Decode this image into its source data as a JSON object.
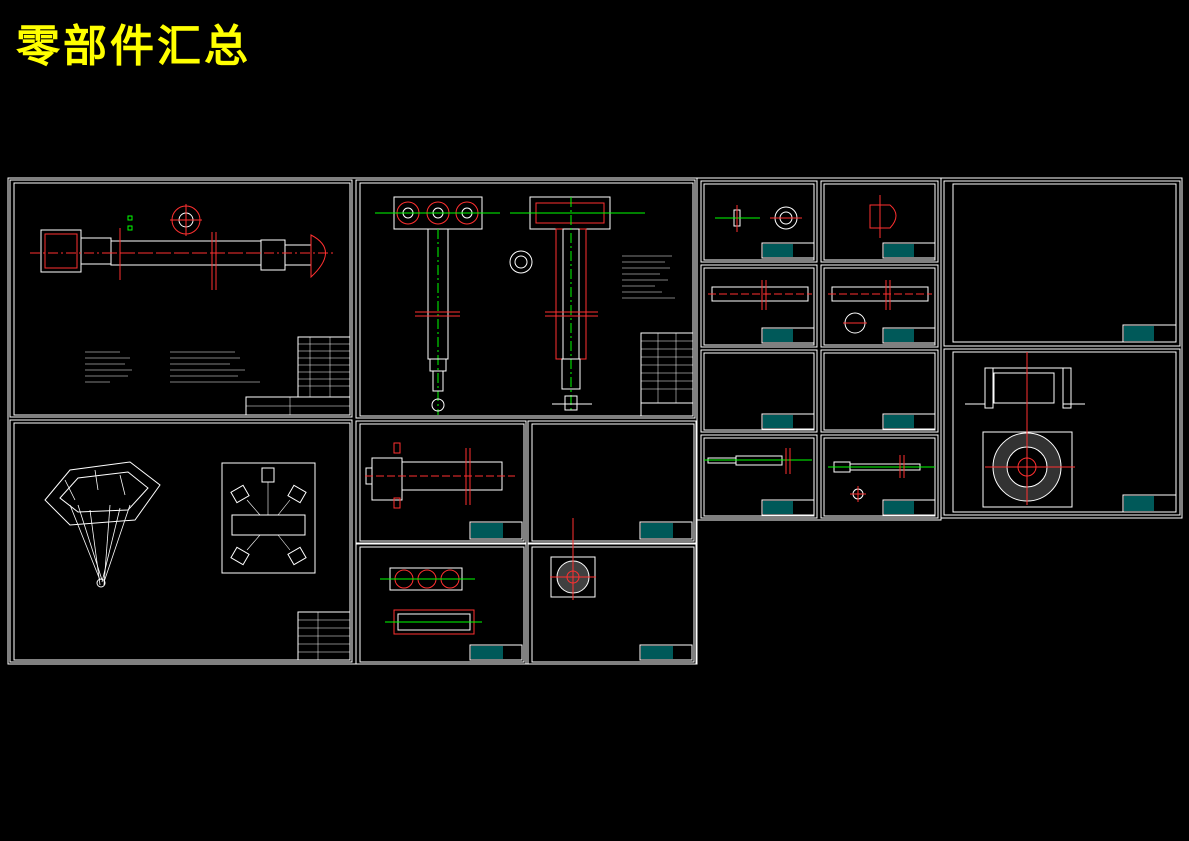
{
  "title": "零部件汇总",
  "colors": {
    "background": "#000000",
    "title": "#ffff00",
    "frame": "#ffffff",
    "center_line": "#ff0000",
    "dim_line": "#00ff00",
    "table_fill": "#00ffff"
  },
  "sheets": [
    {
      "id": "assembly-sheet"
    },
    {
      "id": "robot-overview-sheet"
    },
    {
      "id": "shaft-assembly-sheet"
    },
    {
      "id": "cylinder-part-sheet"
    },
    {
      "id": "blank-part-sheet-a"
    },
    {
      "id": "flange-block-sheet"
    },
    {
      "id": "ring-part-sheet"
    },
    {
      "id": "small-shaft-sheet-1"
    },
    {
      "id": "small-shaft-sheet-2"
    },
    {
      "id": "rod-part-sheet-1"
    },
    {
      "id": "rod-part-sheet-2"
    },
    {
      "id": "blank-part-sheet-b"
    },
    {
      "id": "blank-part-sheet-c"
    },
    {
      "id": "long-rod-sheet"
    },
    {
      "id": "rod-end-sheet"
    },
    {
      "id": "blank-part-sheet-d"
    },
    {
      "id": "large-ring-part-sheet"
    }
  ]
}
